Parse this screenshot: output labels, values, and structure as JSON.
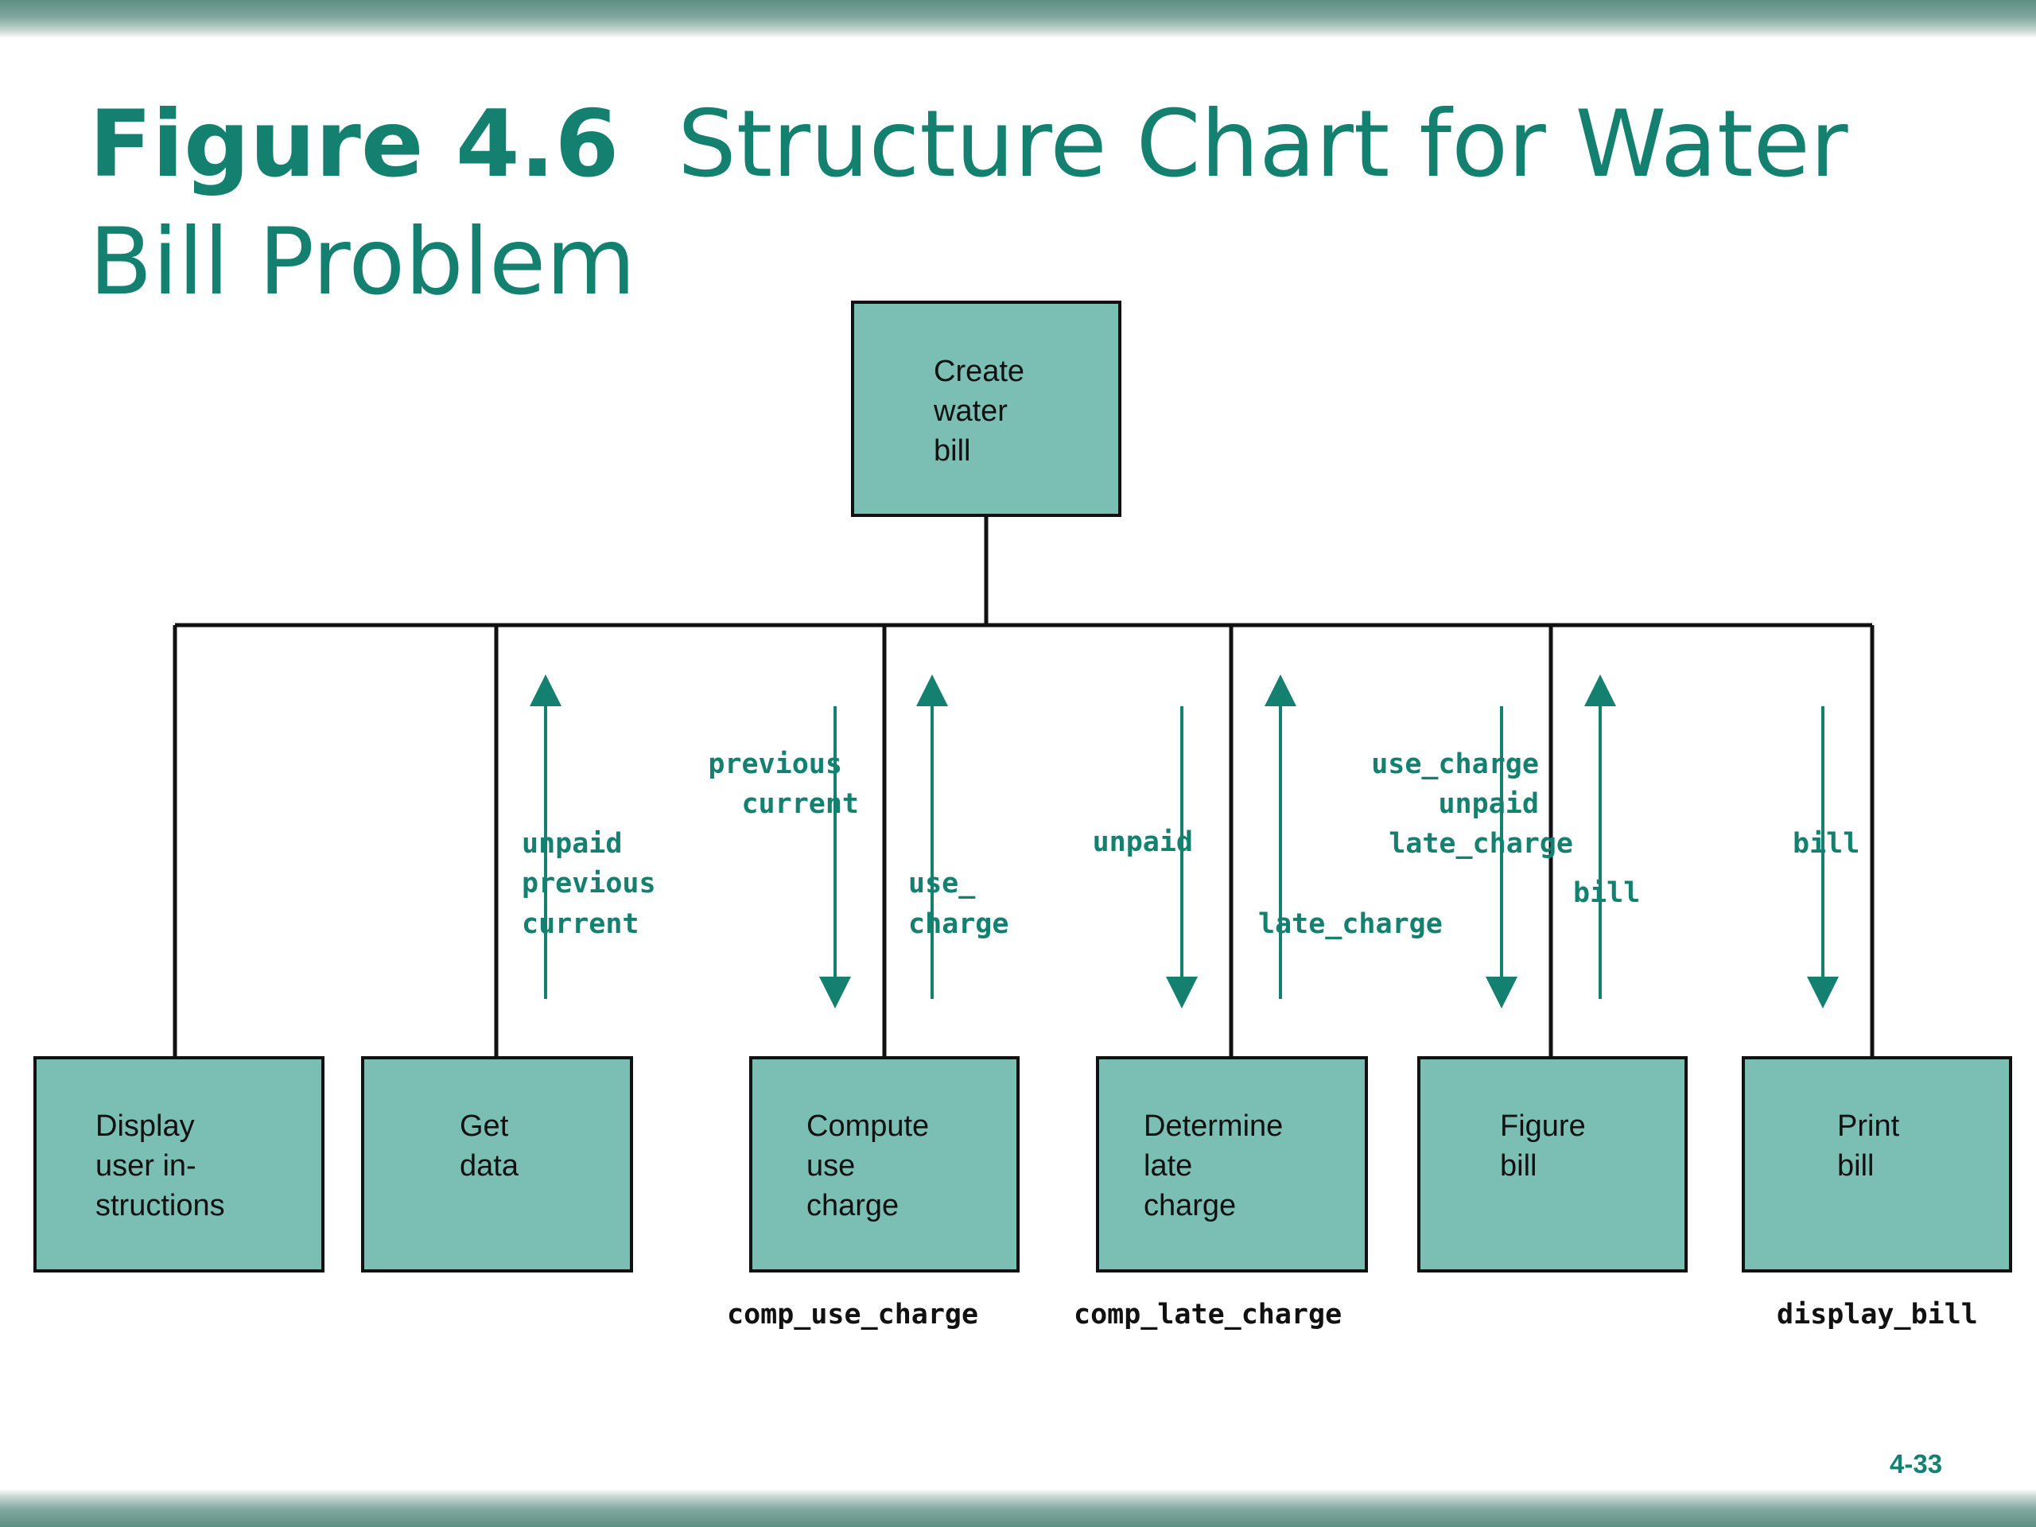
{
  "slide": {
    "title_bold": "Figure 4.6",
    "title_rest": "Structure Chart for Water Bill Problem",
    "page_number": "4-33"
  },
  "colors": {
    "accent": "#14806f",
    "box_fill": "#7bbfb4",
    "line": "#111111"
  },
  "modules": {
    "root": [
      "Create",
      "water",
      "bill"
    ],
    "display": [
      "Display",
      "user in-",
      "structions"
    ],
    "get_data": [
      "Get",
      "data"
    ],
    "compute": [
      "Compute",
      "use",
      "charge"
    ],
    "determine": [
      "Determine",
      "late",
      "charge"
    ],
    "figure": [
      "Figure",
      "bill"
    ],
    "print": [
      "Print",
      "bill"
    ]
  },
  "function_names": {
    "compute": "comp_use_charge",
    "determine": "comp_late_charge",
    "print": "display_bill"
  },
  "data_flows": {
    "get_data_up": [
      "unpaid",
      "previous",
      "current"
    ],
    "compute_down": [
      "previous",
      "current"
    ],
    "compute_up": [
      "use_",
      "charge"
    ],
    "determine_down": [
      "unpaid"
    ],
    "determine_up": [
      "late_charge"
    ],
    "figure_down": [
      "use_charge",
      "unpaid",
      "late_charge"
    ],
    "figure_up": [
      "bill"
    ],
    "print_down": [
      "bill"
    ]
  }
}
